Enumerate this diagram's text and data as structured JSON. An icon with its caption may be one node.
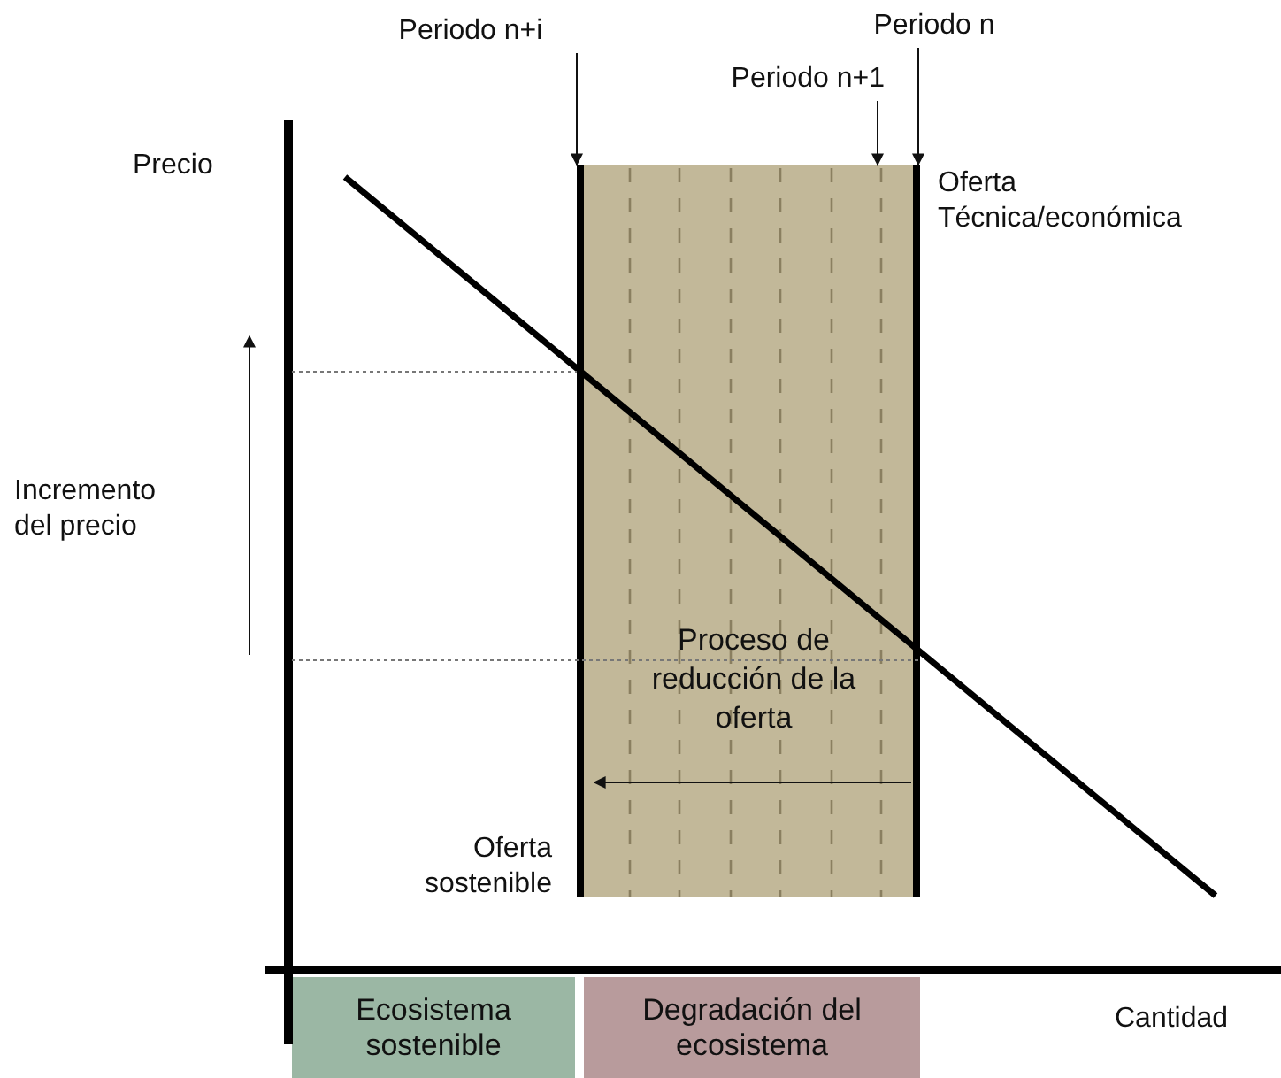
{
  "diagram": {
    "nodes": [
      {
        "text": [
          "Periodo n+i"
        ]
      },
      {
        "text": [
          "Periodo n"
        ]
      },
      {
        "text": [
          "Periodo n+1"
        ]
      },
      {
        "text": [
          "Proceso de reducción de la oferta"
        ]
      },
      {
        "text": [
          "Ecosistema sostenible"
        ]
      },
      {
        "text": [
          "Degradación del ecosistema"
        ]
      }
    ],
    "edges": [
      {
        "from": 0,
        "to": 3,
        "arrow": "to"
      },
      {
        "from": 1,
        "to": 3,
        "arrow": "to"
      },
      {
        "from": 2,
        "to": 3,
        "arrow": "to"
      }
    ],
    "labels": [
      "Precio",
      "Oferta Técnica/económica",
      "Incremento del precio",
      "Oferta sostenible",
      "Cantidad"
    ]
  }
}
